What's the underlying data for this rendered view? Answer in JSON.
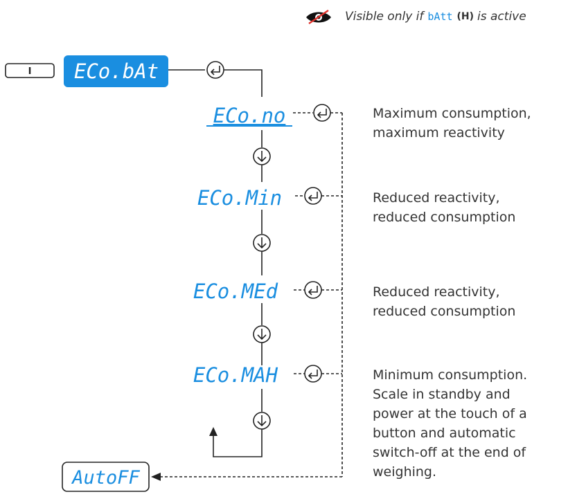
{
  "note": {
    "icon": "hidden-eye-icon",
    "prefix": "Visible only if",
    "param": "bAtt",
    "flag": "(H)",
    "suffix": "is active"
  },
  "key": {
    "label": "I"
  },
  "menu": {
    "title": "ECo.bAt"
  },
  "options": [
    {
      "code": "ECo.no",
      "selected": true,
      "description": "Maximum  consumption,\nmaximum reactivity"
    },
    {
      "code": "ECo.Min",
      "selected": false,
      "description": "Reduced reactivity,\nreduced consumption"
    },
    {
      "code": "ECo.MEd",
      "selected": false,
      "description": "Reduced reactivity,\nreduced consumption"
    },
    {
      "code": "ECo.MAH",
      "selected": false,
      "description": "Minimum consumption.\nScale in standby and\npower at the touch of a\nbutton and automatic\nswitch-off at the end of\nweighing."
    }
  ],
  "exit": {
    "label": "AutoFF"
  },
  "colors": {
    "lcd": "#1a8ee0",
    "line": "#222222",
    "note_strike": "#e0312b"
  }
}
